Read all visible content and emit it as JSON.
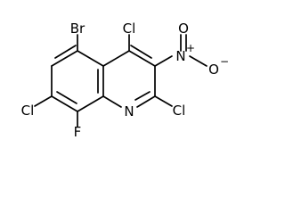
{
  "molecule": {
    "atoms": {
      "br": "Br",
      "cl_4": "Cl",
      "cl_7": "Cl",
      "cl_2": "Cl",
      "no2_n": "N",
      "no2_o_top": "O",
      "no2_o_right": "O",
      "ring_n": "N",
      "f": "F",
      "n_charge": "+",
      "o_charge": "−"
    },
    "line_color": "#000000",
    "background": "#ffffff"
  }
}
